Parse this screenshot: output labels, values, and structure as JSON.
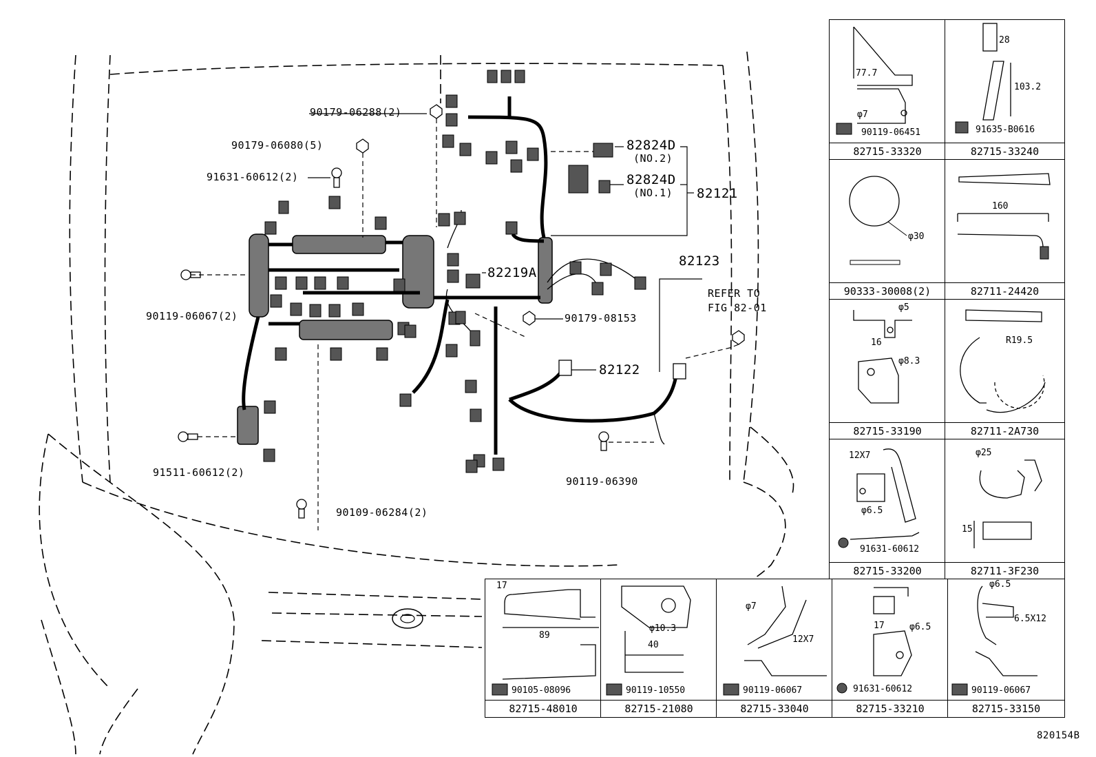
{
  "main_labels": {
    "p90179_06288": "90179-06288(2)",
    "p90179_06080": "90179-06080(5)",
    "p91631_60612": "91631-60612(2)",
    "p90119_06067": "90119-06067(2)",
    "p91511_60612": "91511-60612(2)",
    "p90109_06284": "90109-06284(2)",
    "p82824d_no2": "82824D",
    "no2": "(NO.2)",
    "p82824d_no1": "82824D",
    "no1": "(NO.1)",
    "p82121": "82121",
    "p82219a": "82219A",
    "p82123": "82123",
    "refer_to": "REFER TO",
    "fig": "FIG 82-01",
    "p90179_08153": "90179-08153",
    "p82122": "82122",
    "p90119_06390": "90119-06390"
  },
  "grid_cells": {
    "c1": {
      "part": "82715-33320",
      "bolt": "90119-06451",
      "d1": "77.7",
      "d2": "φ7"
    },
    "c2": {
      "part": "82715-33240",
      "bolt": "91635-B0616",
      "d1": "28",
      "d2": "103.2"
    },
    "c3": {
      "part": "90333-30008(2)",
      "d1": "φ30"
    },
    "c4": {
      "part": "82711-24420",
      "d1": "160"
    },
    "c5": {
      "part": "82715-33190",
      "d1": "φ5",
      "d2": "16",
      "d3": "φ8.3"
    },
    "c6": {
      "part": "82711-2A730",
      "d1": "R19.5"
    },
    "c7": {
      "part": "82715-33200",
      "bolt": "91631-60612",
      "d1": "12X7",
      "d2": "φ6.5"
    },
    "c8": {
      "part": "82711-3F230",
      "d1": "φ25",
      "d2": "15"
    },
    "c9": {
      "part": "82715-48010",
      "bolt": "90105-08096",
      "d1": "17",
      "d2": "89"
    },
    "c10": {
      "part": "82715-21080",
      "bolt": "90119-10550",
      "d1": "φ10.3",
      "d2": "40"
    },
    "c11": {
      "part": "82715-33040",
      "bolt": "90119-06067",
      "d1": "φ7",
      "d2": "12X7"
    },
    "c12": {
      "part": "82715-33210",
      "bolt": "91631-60612",
      "d1": "17",
      "d2": "φ6.5"
    },
    "c13": {
      "part": "82715-33150",
      "bolt": "90119-06067",
      "d1": "φ6.5",
      "d2": "6.5X12"
    }
  },
  "figure_id": "820154B"
}
